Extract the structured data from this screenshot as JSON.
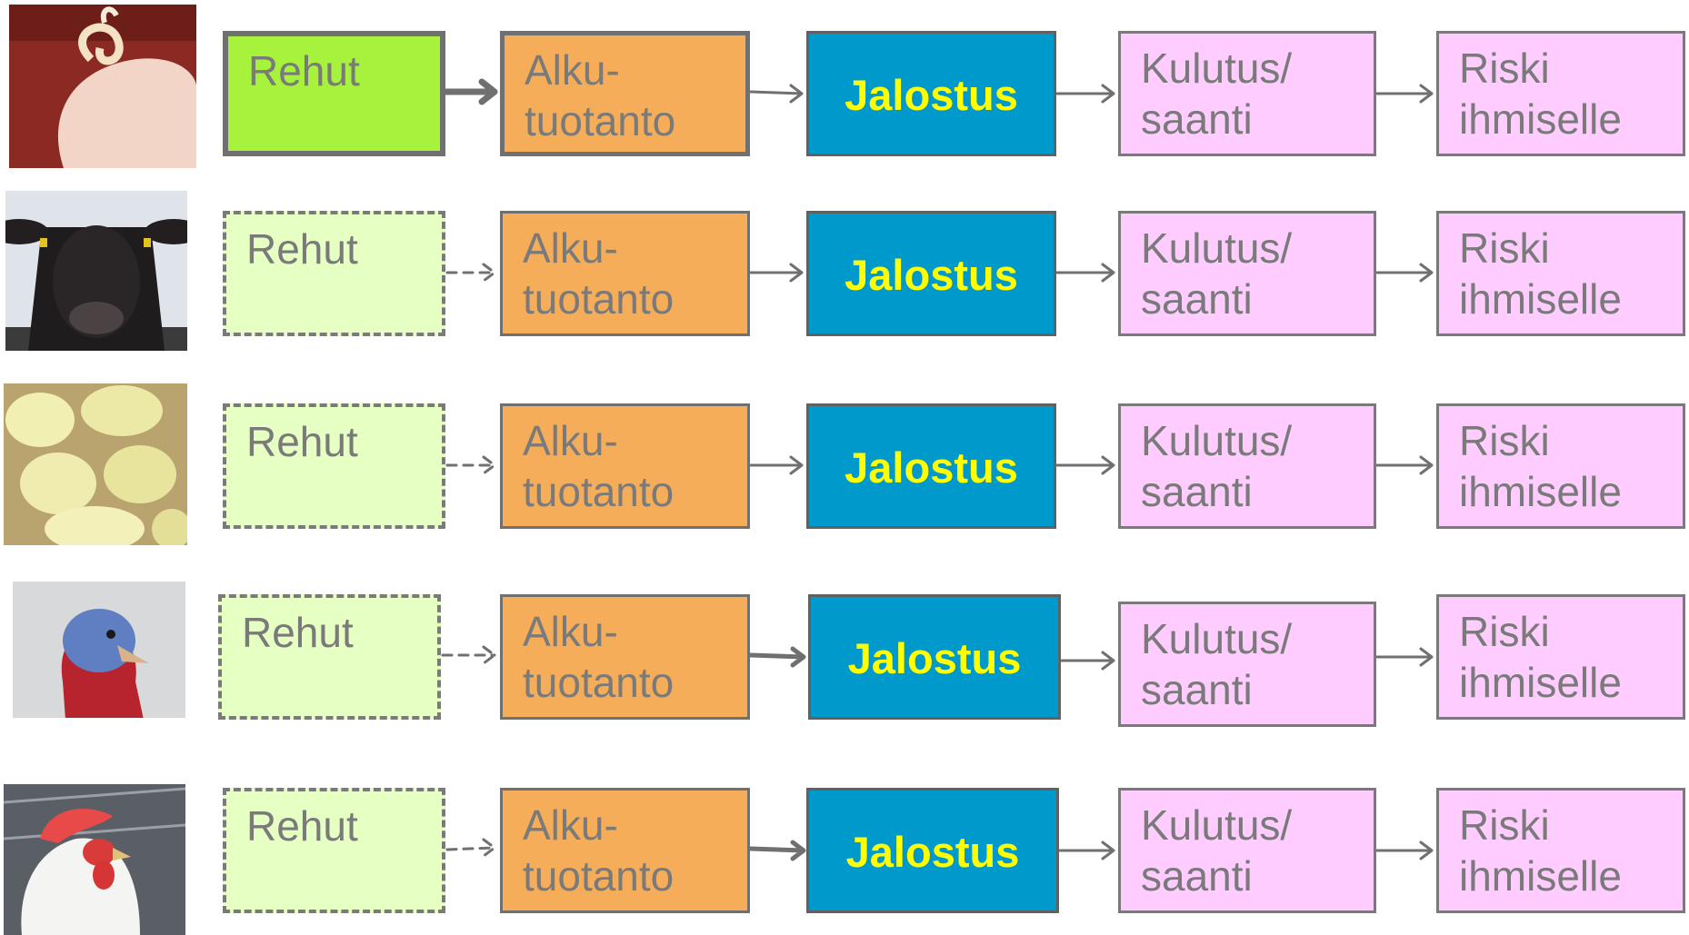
{
  "labels": {
    "feed": "Rehut",
    "primary": "Alku-\ntuotanto",
    "processing": "Jalostus",
    "consumption": "Kulutus/\nsaanti",
    "risk": "Riski\nihmiselle"
  },
  "rows": [
    {
      "animal": "pig",
      "feed_active": true
    },
    {
      "animal": "cow",
      "feed_active": false
    },
    {
      "animal": "chicks",
      "feed_active": false
    },
    {
      "animal": "turkey",
      "feed_active": false
    },
    {
      "animal": "hen",
      "feed_active": false
    }
  ],
  "colors": {
    "feed_active": "#a6f23c",
    "feed_inactive": "#e6ffc2",
    "primary": "#f5ad5a",
    "processing": "#0099cc",
    "processing_text": "#ffff00",
    "consumption": "#ffccff",
    "risk": "#ffccff",
    "border": "#7a7a7a"
  }
}
